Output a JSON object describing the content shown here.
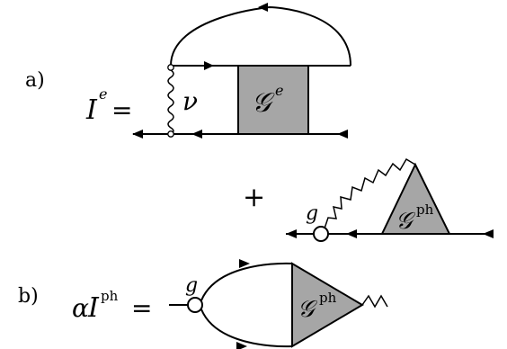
{
  "panels": {
    "a": {
      "label": "a)",
      "lhs_symbol": "I",
      "lhs_superscript": "e",
      "equals": "=",
      "interaction_label": "ν",
      "box_symbol": "𝒢",
      "box_superscript": "e",
      "plus": "+",
      "coupling_label": "g",
      "triangle_symbol": "𝒢",
      "triangle_superscript": "ph"
    },
    "b": {
      "label": "b)",
      "lhs_prefix": "α",
      "lhs_symbol": "I",
      "lhs_superscript": "ph",
      "equals": "=",
      "coupling_label": "g",
      "triangle_symbol": "𝒢",
      "triangle_superscript": "ph"
    }
  }
}
